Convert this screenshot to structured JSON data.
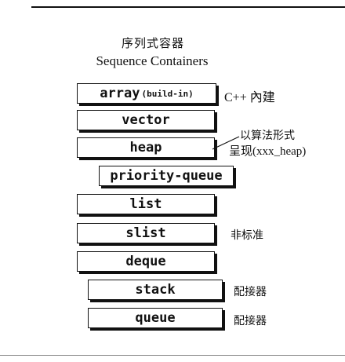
{
  "title_cn": "序列式容器",
  "title_en": "Sequence Containers",
  "containers": [
    {
      "name": "array",
      "suffix": "(build-in)",
      "note": "C++ 內建"
    },
    {
      "name": "vector",
      "suffix": "",
      "note": ""
    },
    {
      "name": "heap",
      "suffix": "",
      "note_line1": "以算法形式",
      "note_line2": "呈现(xxx_heap)"
    },
    {
      "name": "priority-queue",
      "suffix": "",
      "note": ""
    },
    {
      "name": "list",
      "suffix": "",
      "note": ""
    },
    {
      "name": "slist",
      "suffix": "",
      "note": "非标准"
    },
    {
      "name": "deque",
      "suffix": "",
      "note": ""
    },
    {
      "name": "stack",
      "suffix": "",
      "note": "配接器"
    },
    {
      "name": "queue",
      "suffix": "",
      "note": "配接器"
    }
  ]
}
